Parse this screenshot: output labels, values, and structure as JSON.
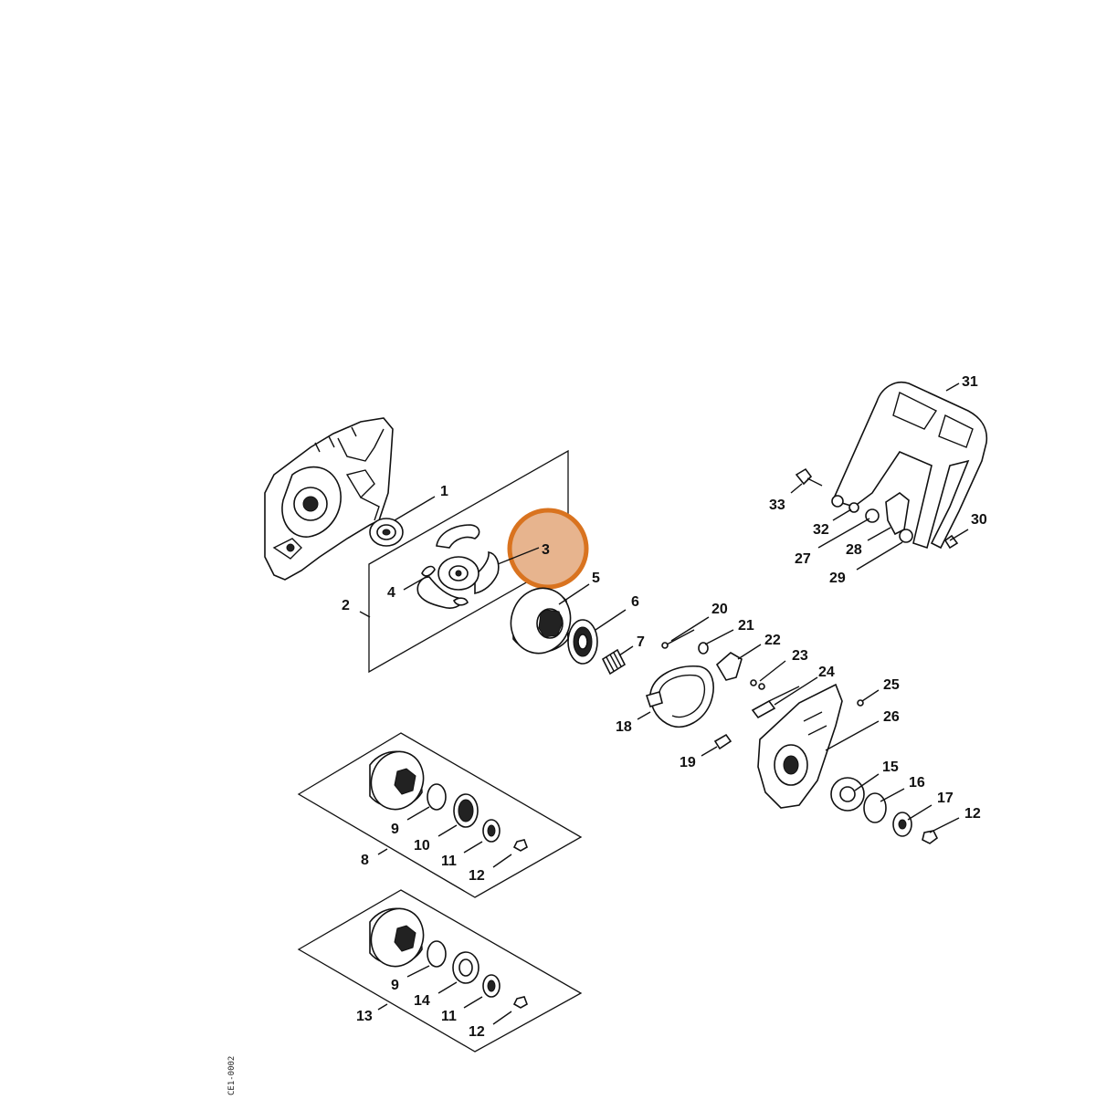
{
  "diagram": {
    "highlight_color": "#d9731f",
    "highlight_fill": "#e7b48e",
    "drawing_code": "CE1-0002",
    "callouts": [
      {
        "id": "c1",
        "label": "1"
      },
      {
        "id": "c2",
        "label": "2"
      },
      {
        "id": "c3",
        "label": "3"
      },
      {
        "id": "c4",
        "label": "4"
      },
      {
        "id": "c5",
        "label": "5"
      },
      {
        "id": "c6",
        "label": "6"
      },
      {
        "id": "c7",
        "label": "7"
      },
      {
        "id": "c8",
        "label": "8"
      },
      {
        "id": "c9a",
        "label": "9"
      },
      {
        "id": "c10",
        "label": "10"
      },
      {
        "id": "c11a",
        "label": "11"
      },
      {
        "id": "c12a",
        "label": "12"
      },
      {
        "id": "c13",
        "label": "13"
      },
      {
        "id": "c9b",
        "label": "9"
      },
      {
        "id": "c14",
        "label": "14"
      },
      {
        "id": "c11b",
        "label": "11"
      },
      {
        "id": "c12b",
        "label": "12"
      },
      {
        "id": "c15",
        "label": "15"
      },
      {
        "id": "c16",
        "label": "16"
      },
      {
        "id": "c17",
        "label": "17"
      },
      {
        "id": "c12c",
        "label": "12"
      },
      {
        "id": "c18",
        "label": "18"
      },
      {
        "id": "c19",
        "label": "19"
      },
      {
        "id": "c20",
        "label": "20"
      },
      {
        "id": "c21",
        "label": "21"
      },
      {
        "id": "c22",
        "label": "22"
      },
      {
        "id": "c23",
        "label": "23"
      },
      {
        "id": "c24",
        "label": "24"
      },
      {
        "id": "c25",
        "label": "25"
      },
      {
        "id": "c26",
        "label": "26"
      },
      {
        "id": "c27",
        "label": "27"
      },
      {
        "id": "c28",
        "label": "28"
      },
      {
        "id": "c29",
        "label": "29"
      },
      {
        "id": "c30",
        "label": "30"
      },
      {
        "id": "c31",
        "label": "31"
      },
      {
        "id": "c32",
        "label": "32"
      },
      {
        "id": "c33",
        "label": "33"
      }
    ]
  }
}
